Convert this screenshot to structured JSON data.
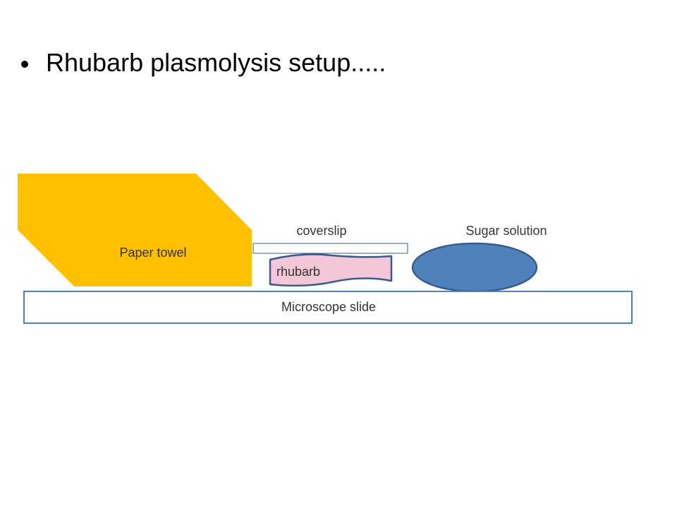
{
  "slide": {
    "bullet": "Rhubarb plasmolysis setup....."
  },
  "labels": {
    "paper_towel": "Paper towel",
    "coverslip": "coverslip",
    "sugar_solution": "Sugar solution",
    "rhubarb": "rhubarb",
    "microscope_slide": "Microscope slide"
  },
  "colors": {
    "paper_towel": "#FFC000",
    "rhubarb": "#F4C6D7",
    "sugar_solution": "#4F81BD",
    "outline": "#385D8A",
    "text": "#333333"
  }
}
